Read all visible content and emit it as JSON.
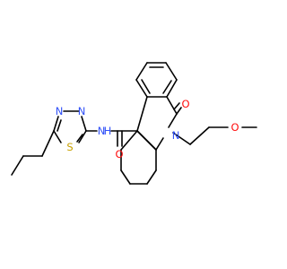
{
  "molecule": {
    "atoms": {
      "N_amide": {
        "label": "N",
        "color": "#3050f8"
      },
      "H_amide": {
        "label": "H",
        "color": "#3050f8"
      },
      "O_amide": {
        "label": "O",
        "color": "#ff0d0d"
      },
      "O_lactam": {
        "label": "O",
        "color": "#ff0d0d"
      },
      "N_lactam": {
        "label": "N",
        "color": "#3050f8"
      },
      "O_ether": {
        "label": "O",
        "color": "#ff0d0d"
      },
      "N_ring1": {
        "label": "N",
        "color": "#3050f8"
      },
      "N_ring2": {
        "label": "N",
        "color": "#3050f8"
      },
      "S_ring": {
        "label": "S",
        "color": "#c8a000"
      }
    }
  }
}
